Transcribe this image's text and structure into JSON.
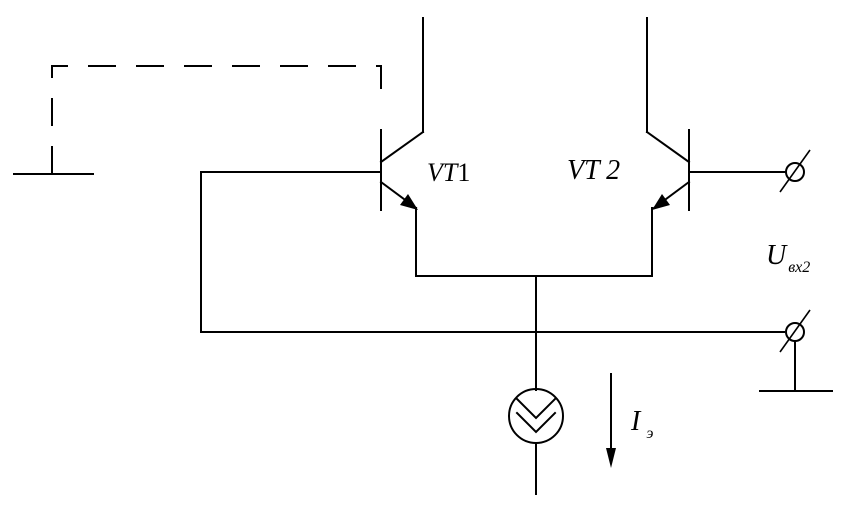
{
  "labels": {
    "vt1": {
      "main": "VT",
      "sub": "1"
    },
    "vt2": {
      "main": "VT 2"
    },
    "uin": {
      "main": "U",
      "sub": "вх2"
    },
    "ie": {
      "main": "I",
      "sub": "э"
    }
  },
  "colors": {
    "line": "#000000",
    "background": "#ffffff"
  }
}
